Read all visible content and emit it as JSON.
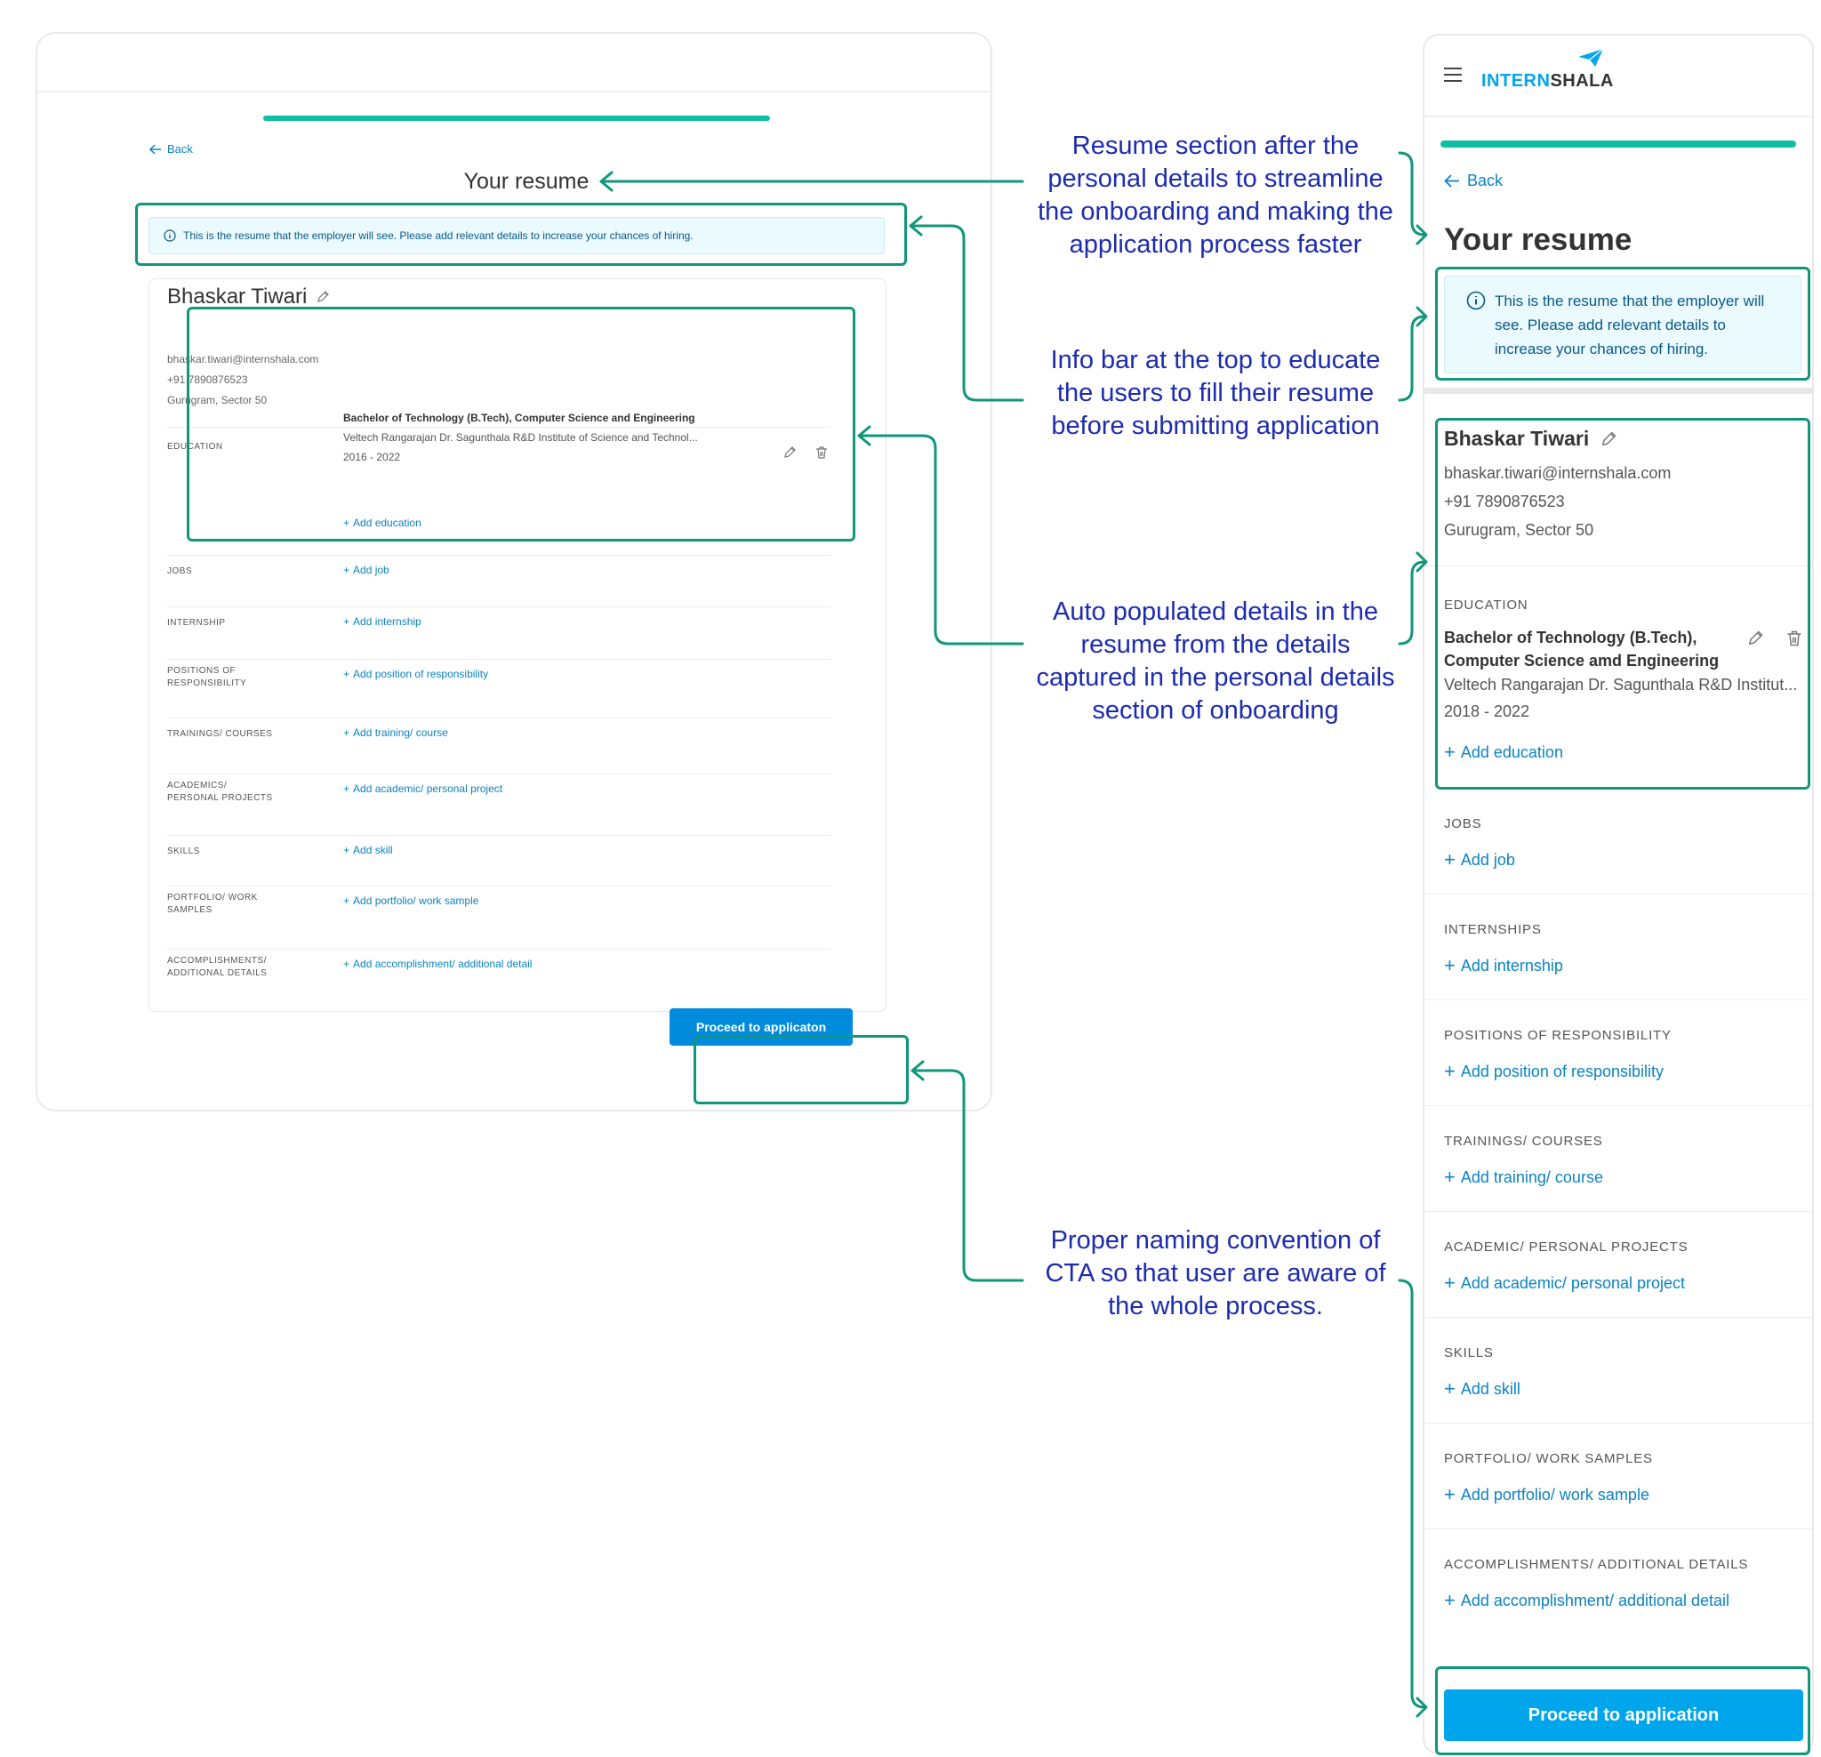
{
  "desktop": {
    "back_label": "Back",
    "title": "Your resume",
    "info_text": "This is the resume that the employer will see. Please add relevant details to increase your chances of hiring.",
    "profile": {
      "name": "Bhaskar Tiwari",
      "email": "bhaskar.tiwari@internshala.com",
      "phone": "+91 7890876523",
      "location": "Gurugram, Sector 50"
    },
    "education": {
      "label": "EDUCATION",
      "degree": "Bachelor of Technology (B.Tech), Computer Science and Engineering",
      "institute": "Veltech Rangarajan Dr. Sagunthala R&D Institute of Science and Technol...",
      "years": "2016 - 2022",
      "add_label": "Add education"
    },
    "sections": [
      {
        "label": "JOBS",
        "add": "Add job"
      },
      {
        "label": "INTERNSHIP",
        "add": "Add internship"
      },
      {
        "label": "POSITIONS OF RESPONSIBILITY",
        "add": "Add position of responsibility"
      },
      {
        "label": "TRAININGS/ COURSES",
        "add": "Add training/ course"
      },
      {
        "label": "ACADEMICS/ PERSONAL PROJECTS",
        "add": "Add academic/ personal project"
      },
      {
        "label": "SKILLS",
        "add": "Add skill"
      },
      {
        "label": "PORTFOLIO/ WORK SAMPLES",
        "add": "Add portfolio/ work sample"
      },
      {
        "label": "ACCOMPLISHMENTS/ ADDITIONAL DETAILS",
        "add": "Add accomplishment/ additional detail"
      }
    ],
    "cta_label": "Proceed to applicaton"
  },
  "annotations": [
    "Resume section after the personal details to streamline the onboarding and making the application process faster",
    "Info bar at the top to educate the users to fill their resume before submitting application",
    "Auto populated details in the resume from the details captured in the personal details section of onboarding",
    "Proper naming convention of CTA so that user are aware of the whole process."
  ],
  "mobile": {
    "logo_part1": "INTERN",
    "logo_part2": "SHALA",
    "back_label": "Back",
    "title": "Your resume",
    "info_text": "This is the resume that the employer will see. Please add relevant details to increase your chances of hiring.",
    "profile": {
      "name": "Bhaskar Tiwari",
      "email": "bhaskar.tiwari@internshala.com",
      "phone": "+91 7890876523",
      "location": "Gurugram, Sector 50"
    },
    "education": {
      "label": "EDUCATION",
      "degree": "Bachelor of Technology (B.Tech), Computer Science amd Engineering",
      "institute": "Veltech Rangarajan Dr. Sagunthala R&D Institut...",
      "years": "2018 - 2022",
      "add_label": "Add education"
    },
    "sections": [
      {
        "label": "JOBS",
        "add": "Add job"
      },
      {
        "label": "INTERNSHIPS",
        "add": "Add internship"
      },
      {
        "label": "POSITIONS OF RESPONSIBILITY",
        "add": "Add position of responsibility"
      },
      {
        "label": "TRAININGS/ COURSES",
        "add": "Add training/ course"
      },
      {
        "label": "ACADEMIC/ PERSONAL PROJECTS",
        "add": "Add academic/ personal project"
      },
      {
        "label": "SKILLS",
        "add": "Add skill"
      },
      {
        "label": "PORTFOLIO/ WORK SAMPLES",
        "add": "Add portfolio/ work sample"
      },
      {
        "label": "ACCOMPLISHMENTS/ ADDITIONAL DETAILS",
        "add": "Add accomplishment/ additional detail"
      }
    ],
    "cta_label": "Proceed to application"
  },
  "colors": {
    "accent_green": "#10977a",
    "progress_teal": "#10bfa3",
    "link_blue": "#0b83c4",
    "cta_blue": "#00a5ec",
    "annotation_text": "#1c2bb0",
    "info_bg": "#eafafe"
  },
  "icons": [
    "back-arrow-icon",
    "info-icon",
    "pencil-icon",
    "trash-icon",
    "plus-icon",
    "hamburger-menu-icon",
    "paper-plane-icon"
  ]
}
